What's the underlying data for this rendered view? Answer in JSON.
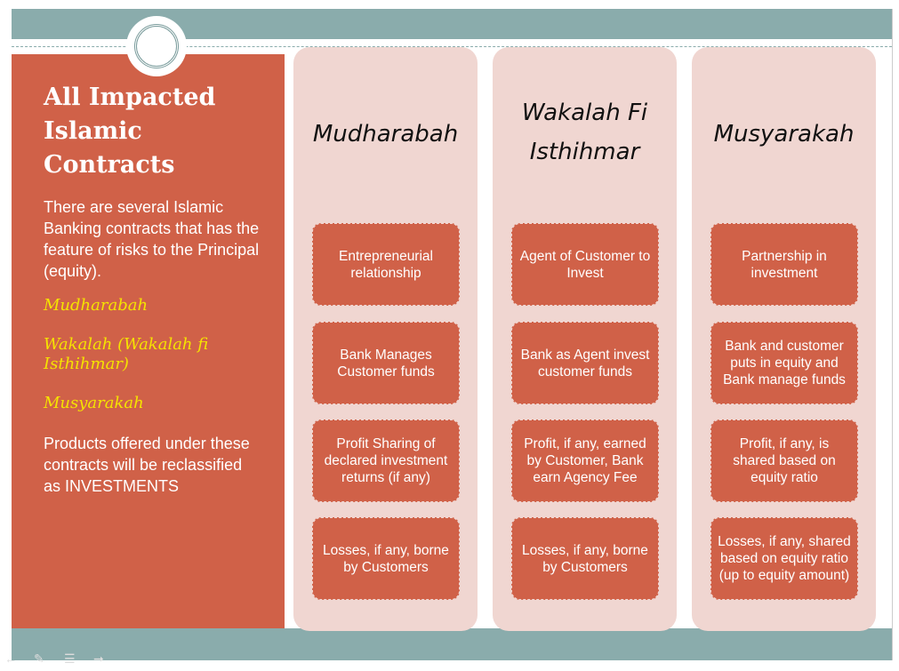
{
  "left": {
    "title": "All Impacted Islamic Contracts",
    "description": "There are several Islamic Banking contracts that has the feature of risks to the Principal (equity).",
    "contracts": [
      "Mudharabah",
      "Wakalah (Wakalah fi Isthihmar)",
      "Musyarakah"
    ],
    "products": "Products offered under these contracts will be reclassified as INVESTMENTS"
  },
  "columns": [
    {
      "title": "Mudharabah",
      "items": [
        "Entrepreneurial relationship",
        "Bank Manages Customer funds",
        "Profit Sharing of declared investment returns (if any)",
        "Losses, if any, borne by Customers"
      ]
    },
    {
      "title": "Wakalah Fi Isthihmar",
      "items": [
        "Agent of Customer to Invest",
        "Bank as Agent invest customer funds",
        "Profit, if any, earned by Customer, Bank earn  Agency Fee",
        "Losses, if any, borne by Customers"
      ]
    },
    {
      "title": "Musyarakah",
      "items": [
        "Partnership in investment",
        "Bank and customer puts in equity and Bank manage funds",
        "Profit, if any, is shared based on equity ratio",
        "Losses, if any, shared based on equity ratio (up to equity amount)"
      ]
    }
  ]
}
